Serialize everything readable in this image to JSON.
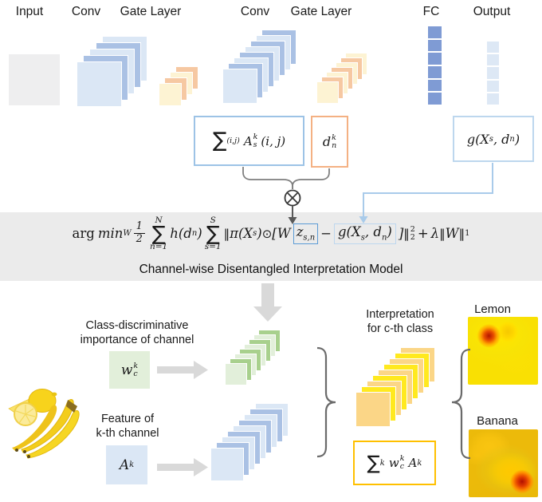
{
  "colors": {
    "accent_blue_light": "#dbe7f5",
    "accent_blue_medium": "#aac1e4",
    "gate_cream": "#fdf3d3",
    "gate_peach": "#f6c8a2",
    "fc_blue": "#7f9bd4",
    "output_blue": "#dde8f5",
    "input_gray": "#eeeeef",
    "green_light": "#e2efda",
    "green_medium": "#a8d08d",
    "peach_front": "#fbd687",
    "yellow_bright": "#ffe91f",
    "pool_box_border": "#9dc3e6",
    "d_box_border": "#f4b183",
    "g_box_border": "#bdd7ee",
    "z_box_border": "#5b9bd5",
    "sum_box_border": "#ffc000",
    "band_bg": "#ebebeb",
    "arrow_gray": "#d9d9d9",
    "connector_gray": "#7f7f7f",
    "stem_gray": "#595959",
    "connector_blue": "#a9cbea"
  },
  "layers": {
    "input": "Input",
    "conv1": "Conv",
    "gate1": "Gate Layer",
    "conv2": "Conv",
    "gate2": "Gate Layer",
    "fc": "FC",
    "output": "Output"
  },
  "pool_box": {
    "sigma": "∑",
    "sigma_sub": "(i,j)",
    "var": "A",
    "sup": "k",
    "sub": "s",
    "args": "(i, j)"
  },
  "d_box": {
    "var": "d",
    "sup": "k",
    "sub": "n"
  },
  "g_box": {
    "pre": "g(X",
    "sub1": "s",
    "mid": ", d",
    "sub2": "n",
    "post": ")"
  },
  "equation": {
    "arg": "arg",
    "min": "min",
    "min_sub": "W",
    "frac_num": "1",
    "frac_den": "2",
    "sum1_top": "N",
    "sum1_sigma": "∑",
    "sum1_bot": "n=1",
    "h_pre": "h(d",
    "h_sub": "n",
    "h_post": ")",
    "sum2_top": "S",
    "sum2_sigma": "∑",
    "sum2_bot": "s=1",
    "norm1": "‖",
    "pi_pre": "π(X",
    "pi_sub": "s",
    "pi_post": ")",
    "odot": "⊙",
    "bracket_w": "[W",
    "z_var": "z",
    "z_sub": "s,n",
    "minus": "−",
    "g_pre": "g(X",
    "g_sub1": "s",
    "g_mid": ", d",
    "g_sub2": "n",
    "g_post": ")",
    "close_bracket": "]",
    "norm2": "‖",
    "norm2_sup": "2",
    "norm2_sub": "2",
    "plus": "+",
    "lambda": "λ",
    "norm3a": "‖",
    "norm3_var": "W",
    "norm3b": "‖",
    "norm3_sub": "1",
    "caption": "Channel-wise Disentangled Interpretation Model"
  },
  "bottom": {
    "class_disc_line1": "Class-discriminative",
    "class_disc_line2": "importance of channel",
    "w_box": {
      "var": "w",
      "sup": "k",
      "sub": "c"
    },
    "feature_line1": "Feature of",
    "feature_line2": "k-th channel",
    "a_box": {
      "var": "A",
      "sup": "k"
    },
    "interp_line1": "Interpretation",
    "interp_line2": "for c-th class",
    "sum_formula": {
      "sigma": "∑",
      "sigma_sub": "k",
      "w": "w",
      "w_sup": "k",
      "w_sub": "c",
      "a": "A",
      "a_sup": "k"
    },
    "lemon_label": "Lemon",
    "banana_label": "Banana"
  }
}
